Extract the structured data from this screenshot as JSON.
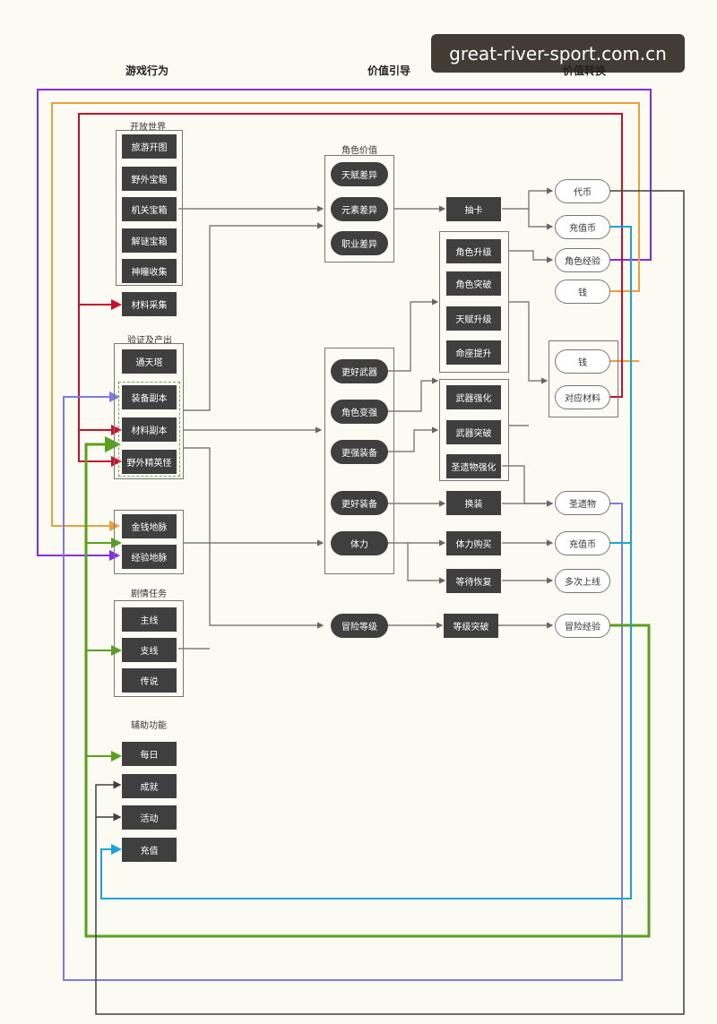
{
  "columns": {
    "behavior": "游戏行为",
    "guide": "价值引导",
    "convert": "价值转换"
  },
  "groups": {
    "open_world": {
      "label": "开放世界",
      "items": [
        "旅游开图",
        "野外宝箱",
        "机关宝箱",
        "解谜宝箱",
        "神瞳收集"
      ]
    },
    "material_gather": "材料采集",
    "verify_output": {
      "label": "验证及产出",
      "items": [
        "通天塔",
        "装备副本",
        "材料副本",
        "野外精英怪"
      ]
    },
    "ley_lines": {
      "items": [
        "金钱地脉",
        "经验地脉"
      ]
    },
    "story": {
      "label": "剧情任务",
      "items": [
        "主线",
        "支线",
        "传说"
      ]
    },
    "aux": {
      "label": "辅助功能",
      "items": [
        "每日",
        "成就",
        "活动",
        "充值"
      ]
    }
  },
  "guide": {
    "character_value": {
      "label": "角色价值",
      "items": [
        "天赋差异",
        "元素差异",
        "职业差异"
      ]
    },
    "items": [
      "更好武器",
      "角色变强",
      "更强装备",
      "更好装备",
      "体力"
    ],
    "adventure_level": "冒险等级"
  },
  "middle": {
    "gacha": "抽卡",
    "char_upgrades": [
      "角色升级",
      "角色突破",
      "天赋升级",
      "命座提升"
    ],
    "weapon_upgrades": [
      "武器强化",
      "武器突破",
      "圣遗物强化"
    ],
    "equip_swap": "换装",
    "stamina_buy": "体力购买",
    "wait_recover": "等待恢复",
    "level_break": "等级突破"
  },
  "convert": {
    "outputs": [
      "代币",
      "充值币",
      "角色经验",
      "钱"
    ],
    "material_group": [
      "钱",
      "对应材料"
    ],
    "lower": [
      "圣遗物",
      "充值币",
      "多次上线",
      "冒险经验"
    ]
  },
  "watermark": "great-river-sport.com.cn",
  "colors": {
    "purple": "#8a2be2",
    "orange": "#e8a23c",
    "red": "#c8102e",
    "blue_violet": "#7b7be0",
    "green": "#5aa01e",
    "cyan": "#1aa3d8",
    "dark": "#404040",
    "gray_line": "#666666"
  }
}
